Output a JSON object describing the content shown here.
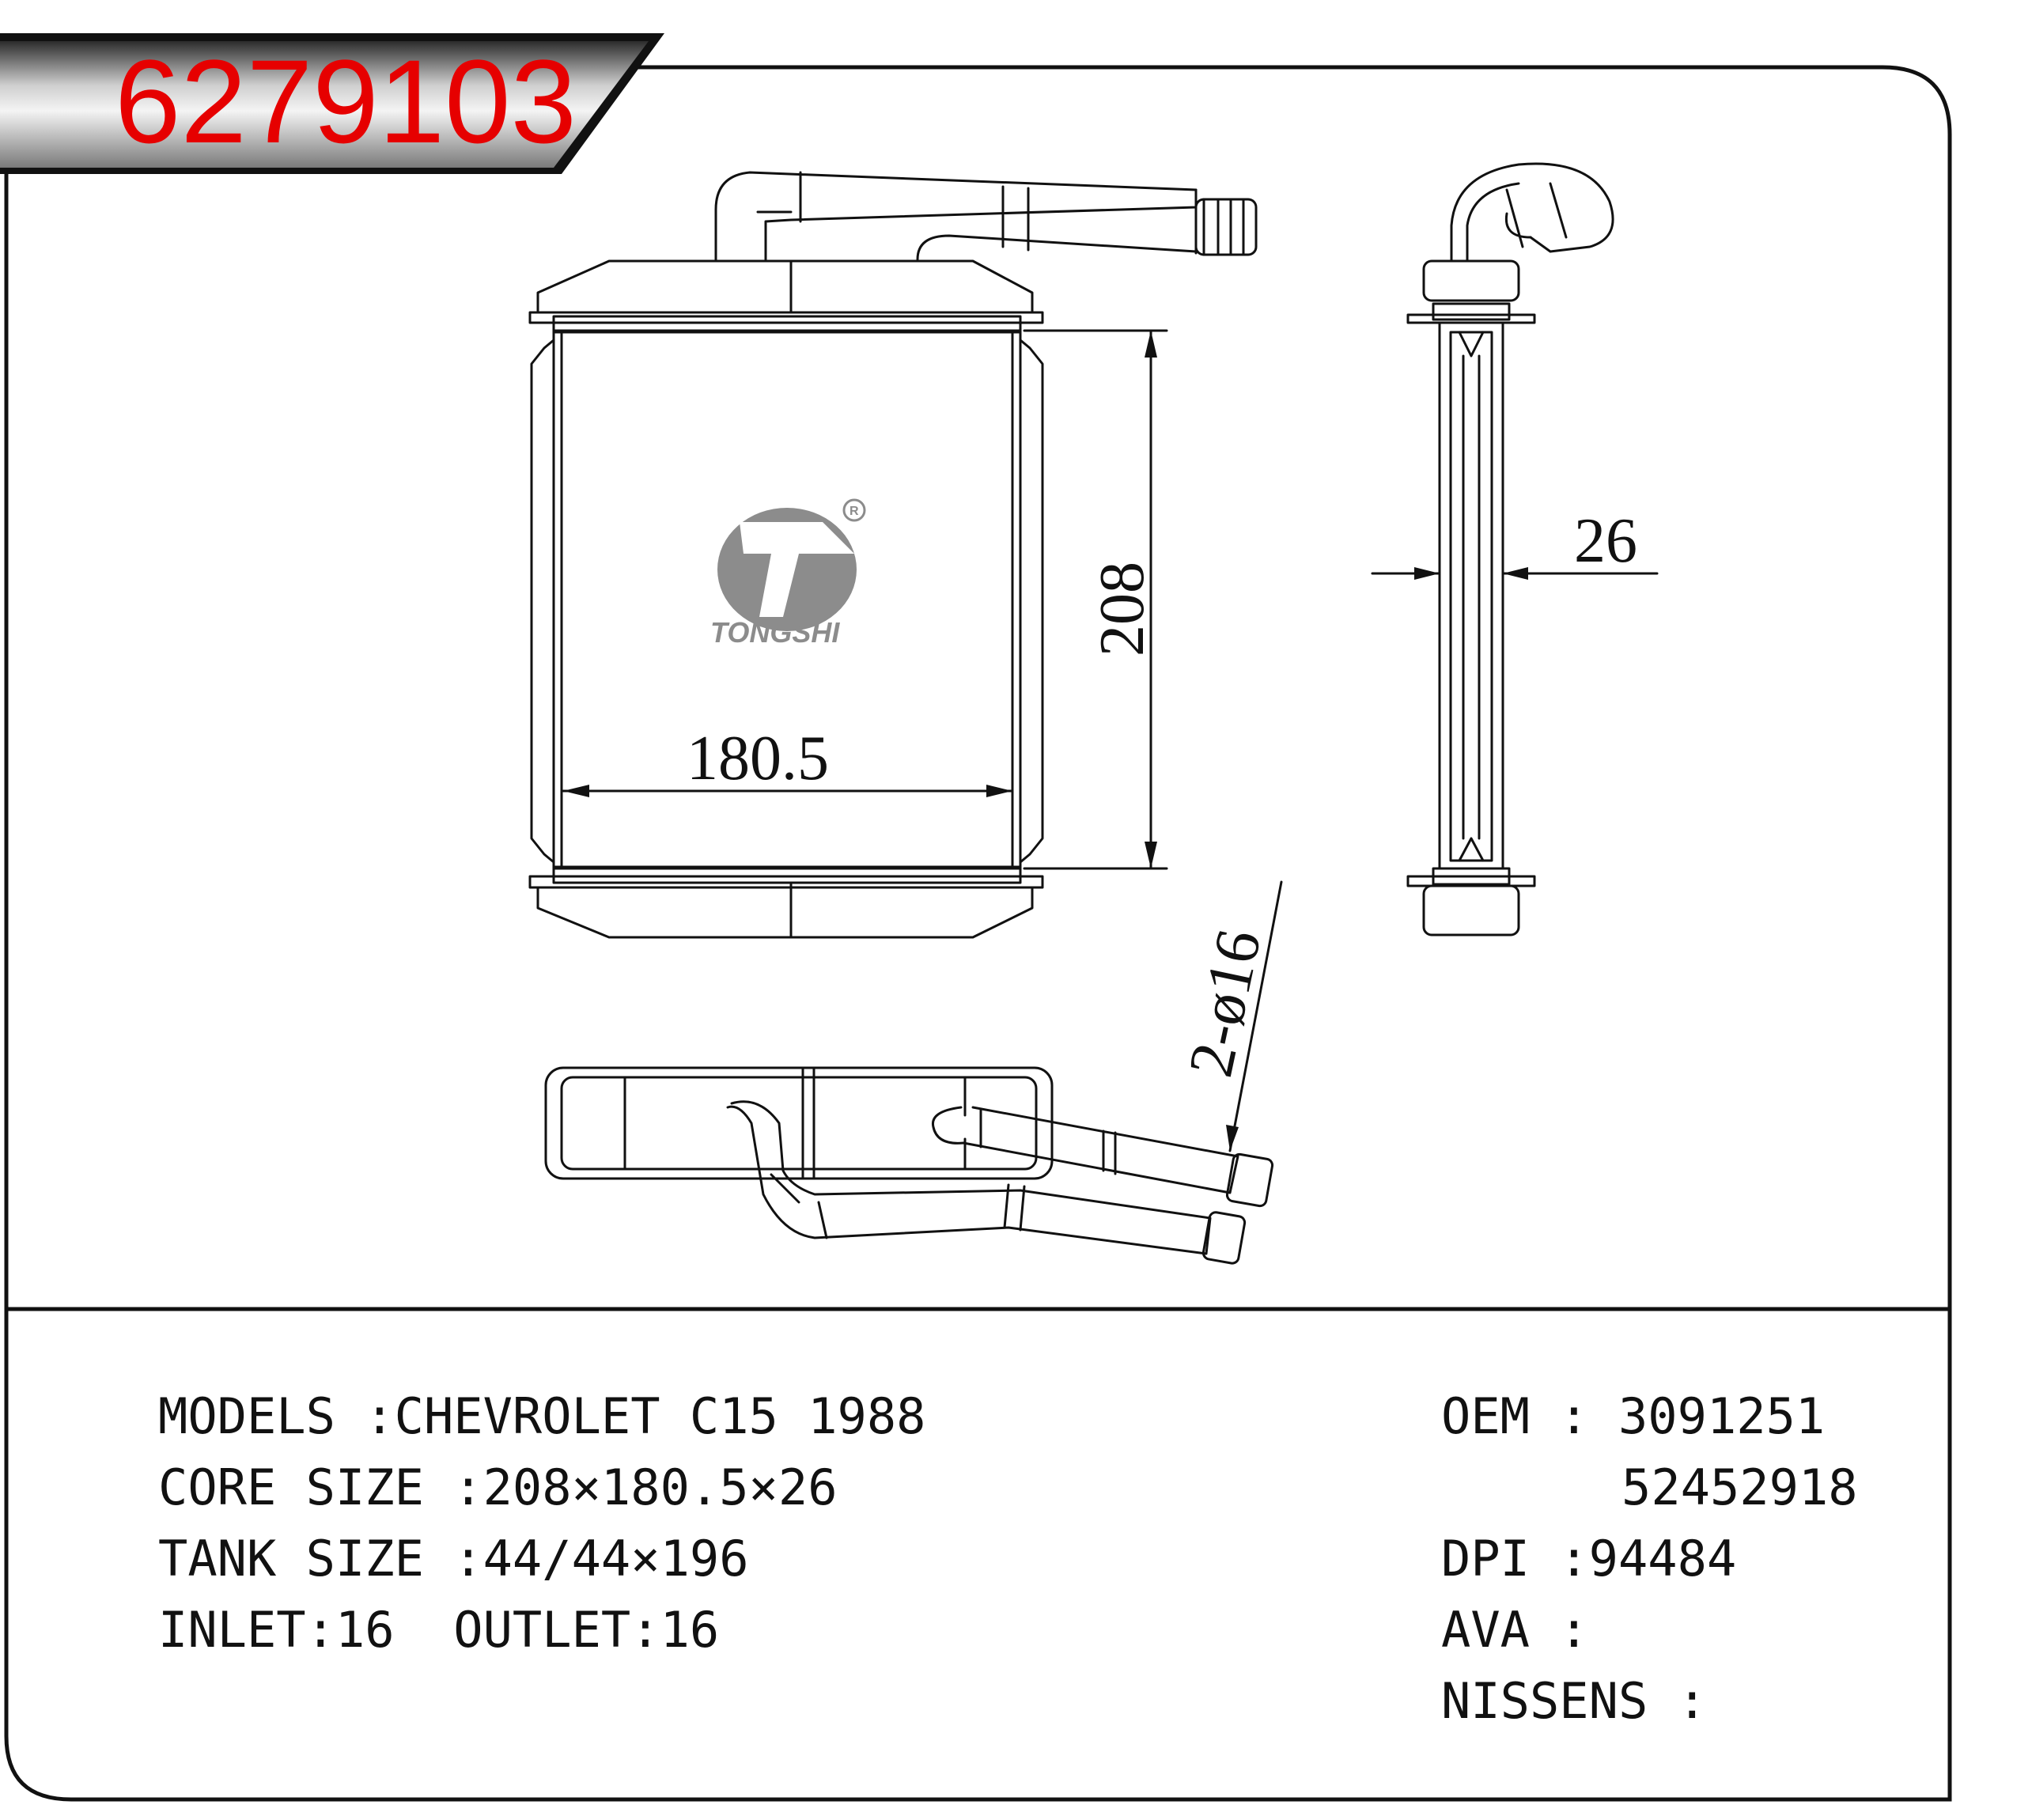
{
  "part_number": "6279103",
  "logo_text": "TONGSHI",
  "dimensions": {
    "height": "208",
    "width": "180.5",
    "depth": "26",
    "pipe": "2-ø16"
  },
  "specs": {
    "models_label": "MODELS :",
    "models_value": "CHEVROLET C15 1988",
    "core_label": "CORE SIZE :",
    "core_value": "208×180.5×26",
    "tank_label": "TANK SIZE :",
    "tank_value": "44/44×196",
    "inlet_label": "INLET:",
    "inlet_value": "16",
    "outlet_label": "OUTLET:",
    "outlet_value": "16"
  },
  "refs": {
    "oem_label": "OEM :",
    "oem_values": [
      "3091251",
      "52452918"
    ],
    "dpi_label": "DPI :",
    "dpi_value": "94484",
    "ava_label": "AVA :",
    "ava_value": "",
    "nissens_label": "NISSENS :",
    "nissens_value": ""
  },
  "colors": {
    "part_number": "#e60000",
    "logo": "#8c8c8c",
    "line": "#111111"
  }
}
